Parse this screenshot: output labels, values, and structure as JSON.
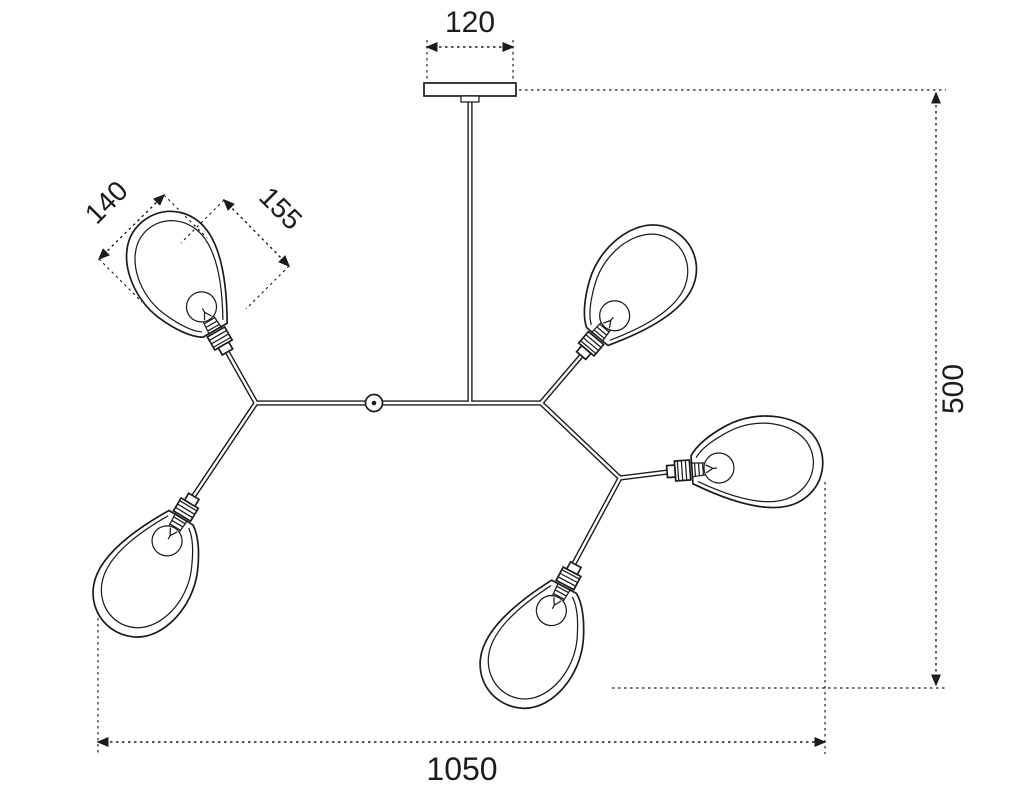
{
  "diagram": {
    "kind": "technical-dimension-drawing",
    "subject": "five-shade-chandelier",
    "colors": {
      "line": "#1c1c1c",
      "background": "#ffffff"
    },
    "dims": {
      "mount_width": "120",
      "shade_width": "140",
      "shade_length": "155",
      "total_height": "500",
      "total_width": "1050"
    }
  }
}
